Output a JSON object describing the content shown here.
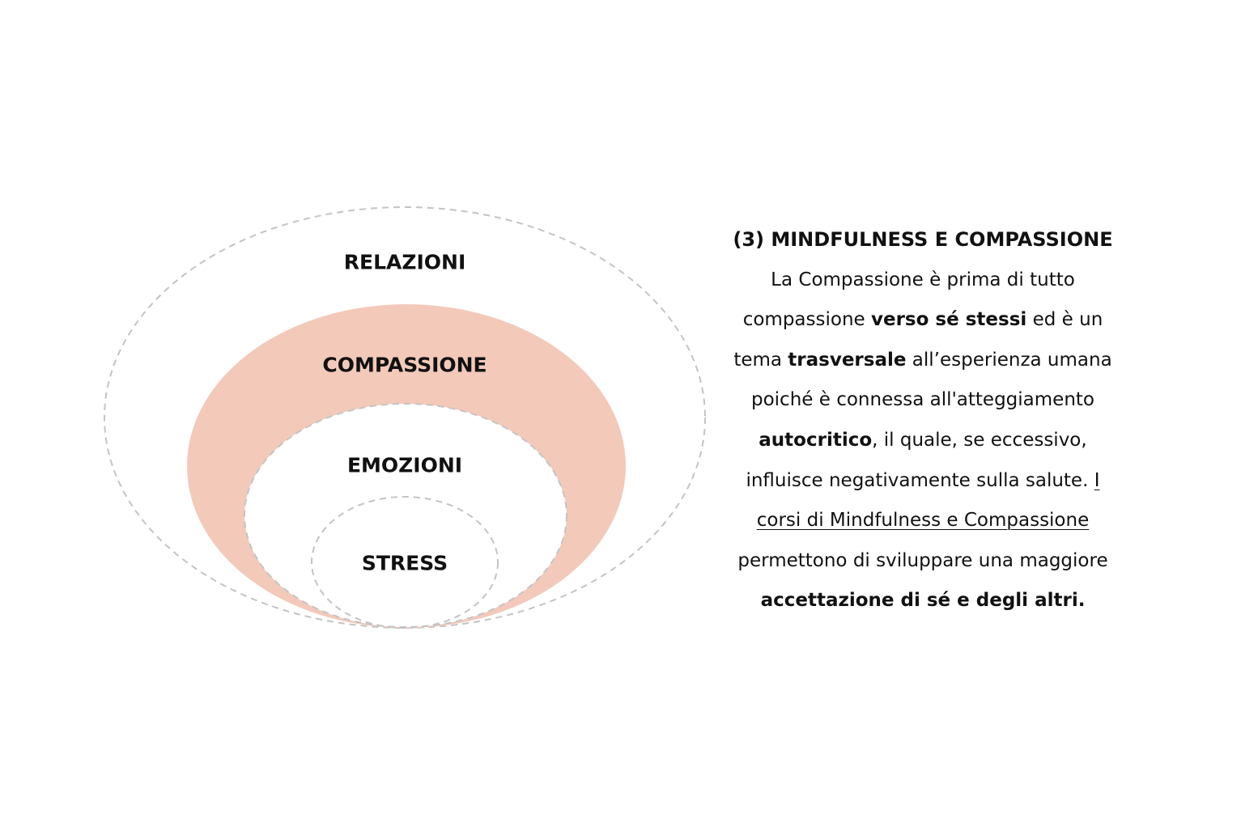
{
  "colors": {
    "compassion_fill": "#f3c9ba",
    "dash_stroke": "#c4c4c4",
    "text": "#111111"
  },
  "diagram": {
    "labels": {
      "relazioni": "RELAZIONI",
      "compassione": "COMPASSIONE",
      "emozioni": "EMOZIONI",
      "stress": "STRESS"
    }
  },
  "text": {
    "title": "(3) MINDFULNESS E COMPASSIONE",
    "l1": "La Compassione è prima di tutto",
    "l2a": "compassione ",
    "l2b": "verso sé stessi",
    "l2c": " ed è un",
    "l3a": "tema ",
    "l3b": "trasversale",
    "l3c": " all’esperienza umana",
    "l4": "poiché è connessa all'atteggiamento",
    "l5a": "autocritico",
    "l5b": ", il quale, se eccessivo,",
    "l6a": "influisce negativamente sulla salute. ",
    "l6b": "I",
    "l7": "corsi di Mindfulness e Compassione",
    "l8": "permettono di sviluppare una maggiore",
    "l9": "accettazione di sé e degli altri."
  }
}
